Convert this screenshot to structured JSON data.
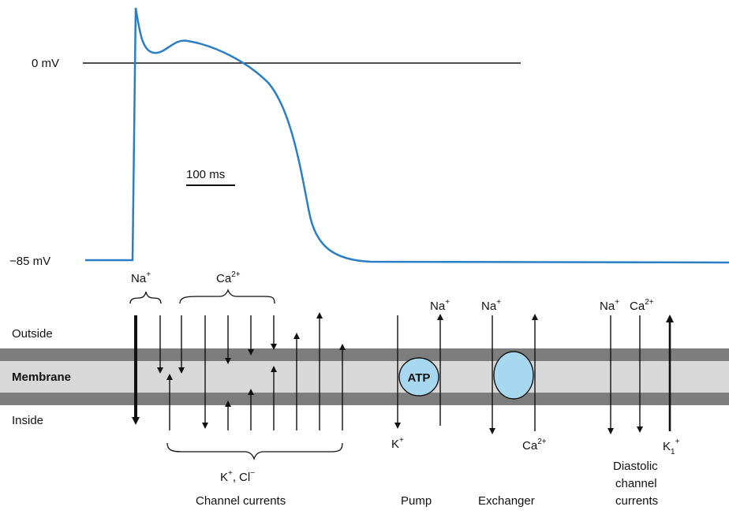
{
  "trace": {
    "zero_label": "0 mV",
    "rest_label": "−85 mV",
    "scale_label": "100 ms",
    "color": "#2a7fc4"
  },
  "membrane": {
    "outside_label": "Outside",
    "membrane_label": "Membrane",
    "inside_label": "Inside",
    "band_color": "#7d7d7d",
    "core_color": "#d8d8d8",
    "protein_fill": "#a8d8f0"
  },
  "ions": {
    "na": "Na",
    "ca": "Ca",
    "k": "K",
    "cl": "Cl",
    "k1": "K",
    "k1_sub": "1",
    "plus": "+",
    "two_plus": "2+",
    "minus": "−",
    "comma": ","
  },
  "pump": {
    "atp_label": "ATP"
  },
  "captions": {
    "channel_currents": "Channel currents",
    "pump": "Pump",
    "exchanger": "Exchanger",
    "diastolic_1": "Diastolic",
    "diastolic_2": "channel",
    "diastolic_3": "currents"
  }
}
